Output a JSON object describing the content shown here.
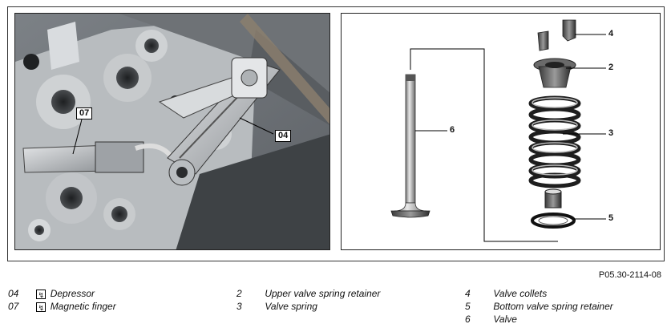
{
  "figure_id": "P05.30-2114-08",
  "photo_callouts": {
    "c07": "07",
    "c04": "04"
  },
  "diagram_callouts": {
    "c4": "4",
    "c2": "2",
    "c3": "3",
    "c6": "6",
    "c5": "5"
  },
  "legend": {
    "col1": [
      {
        "num": "04",
        "tool_icon": "wrench-tool-icon",
        "tool_glyph": "↯",
        "label": "Depressor"
      },
      {
        "num": "07",
        "tool_icon": "wrench-tool-icon",
        "tool_glyph": "↯",
        "label": "Magnetic finger"
      }
    ],
    "col2": [
      {
        "num": "2",
        "label": "Upper valve spring retainer"
      },
      {
        "num": "3",
        "label": "Valve spring"
      }
    ],
    "col3": [
      {
        "num": "4",
        "label": "Valve collets"
      },
      {
        "num": "5",
        "label": "Bottom valve spring retainer"
      },
      {
        "num": "6",
        "label": "Valve"
      }
    ]
  }
}
